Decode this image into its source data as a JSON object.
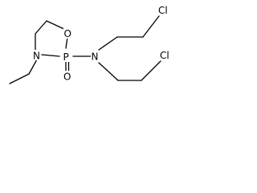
{
  "structure": {
    "atoms": {
      "ring_oxygen": "O",
      "phosphorus": "P",
      "ring_nitrogen": "N",
      "oxo_oxygen": "O",
      "amine_nitrogen": "N",
      "chlorine_upper": "Cl",
      "chlorine_lower": "Cl"
    },
    "colors": {
      "bond": "#000000",
      "label": "#000000",
      "background": "#ffffff"
    }
  }
}
